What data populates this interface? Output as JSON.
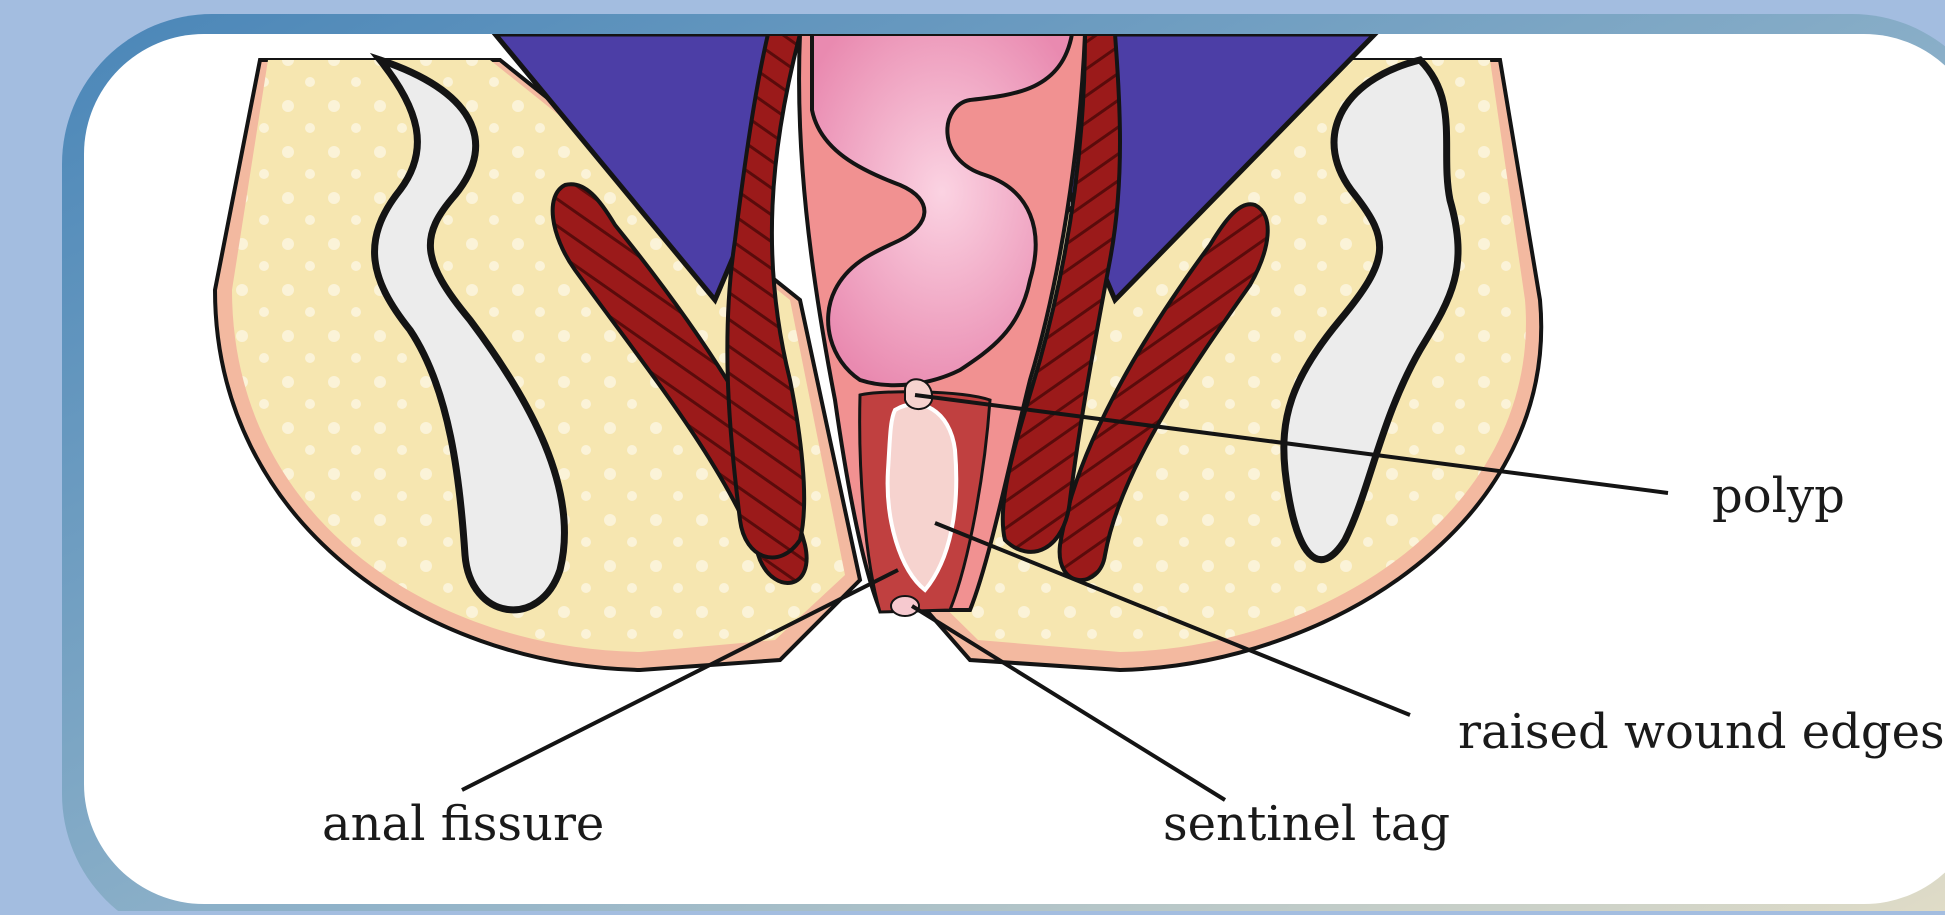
{
  "labels": {
    "polyp": "polyp",
    "raised_wound_edges": "raised wound edges",
    "anal_fissure": "anal fissure",
    "sentinel_tag": "sentinel tag"
  },
  "colors": {
    "page_background": "#a3bde0",
    "frame_gradient_start": "#4a86b8",
    "frame_gradient_end": "#e6dfc7",
    "panel": "#ffffff",
    "fat_tissue": "#f6e6b0",
    "fat_dots": "#fbf3d8",
    "skin_rim": "#f3b9a0",
    "bone": "#ececec",
    "pelvic_floor": "#4c3ea6",
    "sphincter_muscle": "#9b1a1a",
    "muscle_stripe": "#5a0b0b",
    "mucosa": "#f19191",
    "rectum_lumen": "#f3a5c2",
    "outline": "#141414"
  },
  "icons": [
    "anatomy-illustration"
  ]
}
